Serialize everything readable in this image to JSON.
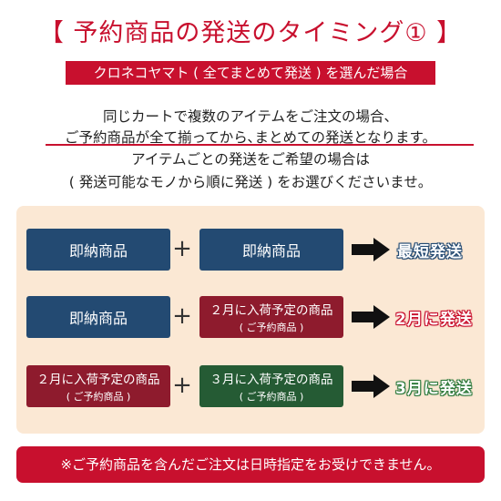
{
  "header": {
    "title": "【 予約商品の発送のタイミング① 】",
    "subtitle": "クロネコヤマト ( 全てまとめて発送 ) を選んだ場合"
  },
  "description": {
    "line1": "同じカートで複数のアイテムをご注文の場合、",
    "line2": "ご予約商品が全て揃ってから､まとめての発送となります。",
    "line3": "アイテムごとの発送をご希望の場合は",
    "line4": "( 発送可能なモノから順に発送 ) をお選びくださいませ。"
  },
  "rows": [
    {
      "left": {
        "main": "即納商品",
        "sub": ""
      },
      "right": {
        "main": "即納商品",
        "sub": ""
      },
      "result": "最短発送"
    },
    {
      "left": {
        "main": "即納商品",
        "sub": ""
      },
      "right": {
        "main": "２月に入荷予定の商品",
        "sub": "( ご予約商品 )"
      },
      "result": "2月に発送"
    },
    {
      "left": {
        "main": "２月に入荷予定の商品",
        "sub": "( ご予約商品 )"
      },
      "right": {
        "main": "３月に入荷予定の商品",
        "sub": "( ご予約商品 )"
      },
      "result": "3月に発送"
    }
  ],
  "plus_symbol": "+",
  "notice": "※ご予約商品を含んだご注文は日時指定をお受けできません。",
  "colors": {
    "accent_red": "#c8102e",
    "navy": "#234a72",
    "maroon": "#8e1b2d",
    "green": "#255b34",
    "panel_bg": "#fbe8d4"
  },
  "icons": {
    "arrow": "right-arrow-icon"
  }
}
